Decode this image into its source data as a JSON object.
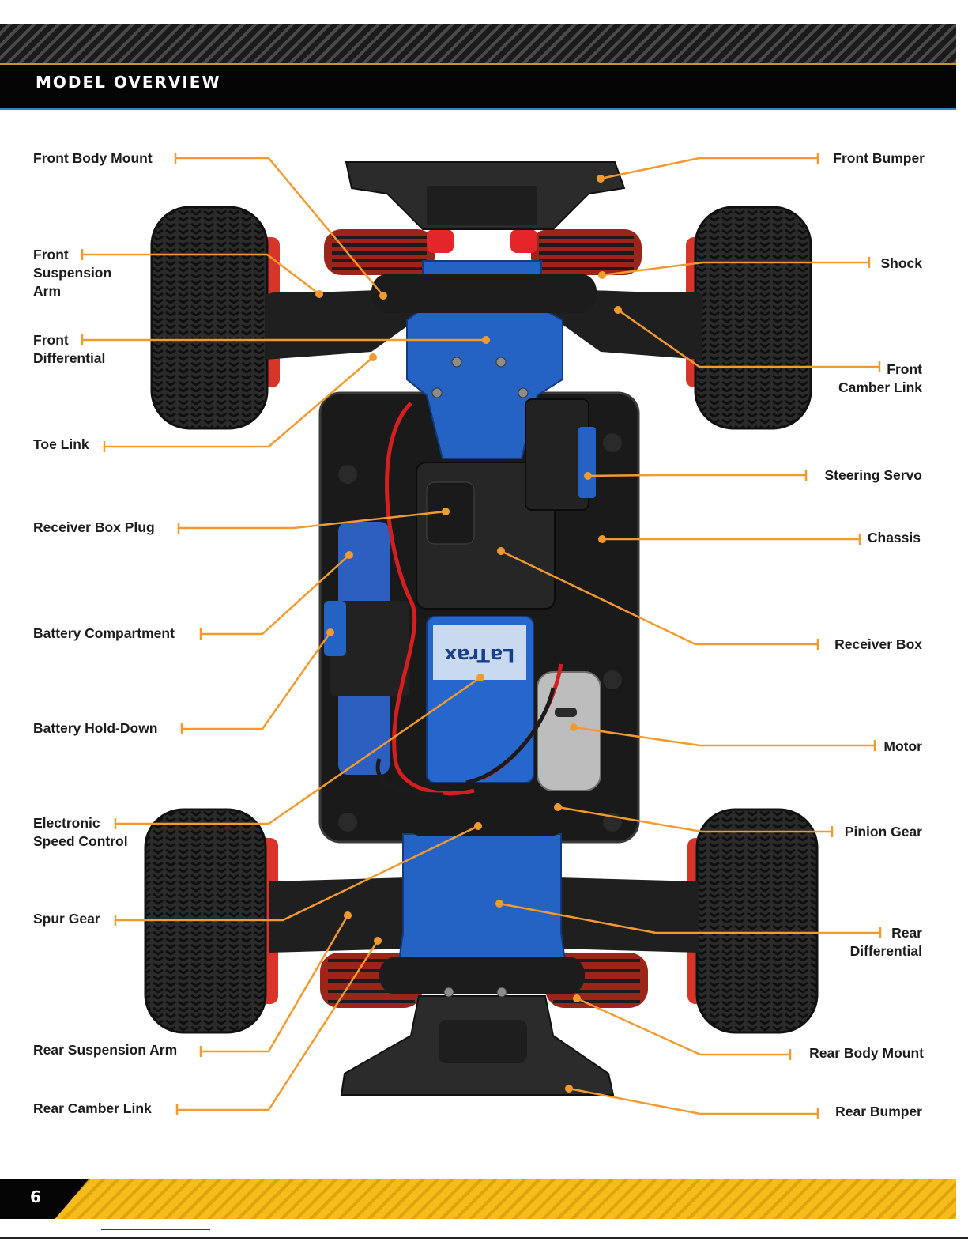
{
  "header": {
    "title": "MODEL OVERVIEW"
  },
  "footer": {
    "page_number": "6"
  },
  "colors": {
    "leader_line": "#f39a2e",
    "header_accent": "#2f86c8",
    "footer_stripe": "#f5bd1c",
    "chassis_blue": "#2462c4"
  },
  "labels_left": [
    {
      "id": "front-body-mount",
      "text": "Front Body Mount"
    },
    {
      "id": "front-suspension-arm",
      "text": "Front\nSuspension\nArm"
    },
    {
      "id": "front-differential",
      "text": "Front\nDifferential"
    },
    {
      "id": "toe-link",
      "text": "Toe Link"
    },
    {
      "id": "receiver-box-plug",
      "text": "Receiver Box Plug"
    },
    {
      "id": "battery-compartment",
      "text": "Battery Compartment"
    },
    {
      "id": "battery-hold-down",
      "text": "Battery Hold-Down"
    },
    {
      "id": "electronic-speed-control",
      "text": "Electronic\nSpeed Control"
    },
    {
      "id": "spur-gear",
      "text": "Spur Gear"
    },
    {
      "id": "rear-suspension-arm",
      "text": "Rear Suspension Arm"
    },
    {
      "id": "rear-camber-link",
      "text": "Rear Camber Link"
    }
  ],
  "labels_right": [
    {
      "id": "front-bumper",
      "text": "Front Bumper"
    },
    {
      "id": "shock",
      "text": "Shock"
    },
    {
      "id": "front-camber-link",
      "text": "Front\nCamber Link"
    },
    {
      "id": "steering-servo",
      "text": "Steering Servo"
    },
    {
      "id": "chassis",
      "text": "Chassis"
    },
    {
      "id": "receiver-box",
      "text": "Receiver Box"
    },
    {
      "id": "motor",
      "text": "Motor"
    },
    {
      "id": "pinion-gear",
      "text": "Pinion Gear"
    },
    {
      "id": "rear-differential",
      "text": "Rear\nDifferential"
    },
    {
      "id": "rear-body-mount",
      "text": "Rear Body Mount"
    },
    {
      "id": "rear-bumper",
      "text": "Rear Bumper"
    }
  ],
  "esc_decal": "LaTrax"
}
